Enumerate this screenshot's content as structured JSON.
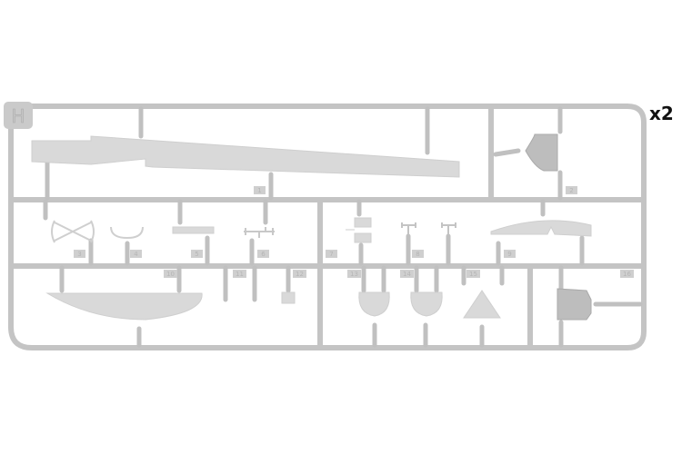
{
  "sprue": {
    "letter": "H",
    "quantity": "x2",
    "colors": {
      "plastic": "#c4c4c4",
      "background": "#ffffff"
    },
    "part_numbers": [
      "1",
      "2",
      "3",
      "4",
      "5",
      "6",
      "7",
      "8",
      "9",
      "10",
      "11",
      "12",
      "13",
      "14",
      "15",
      "16"
    ]
  }
}
